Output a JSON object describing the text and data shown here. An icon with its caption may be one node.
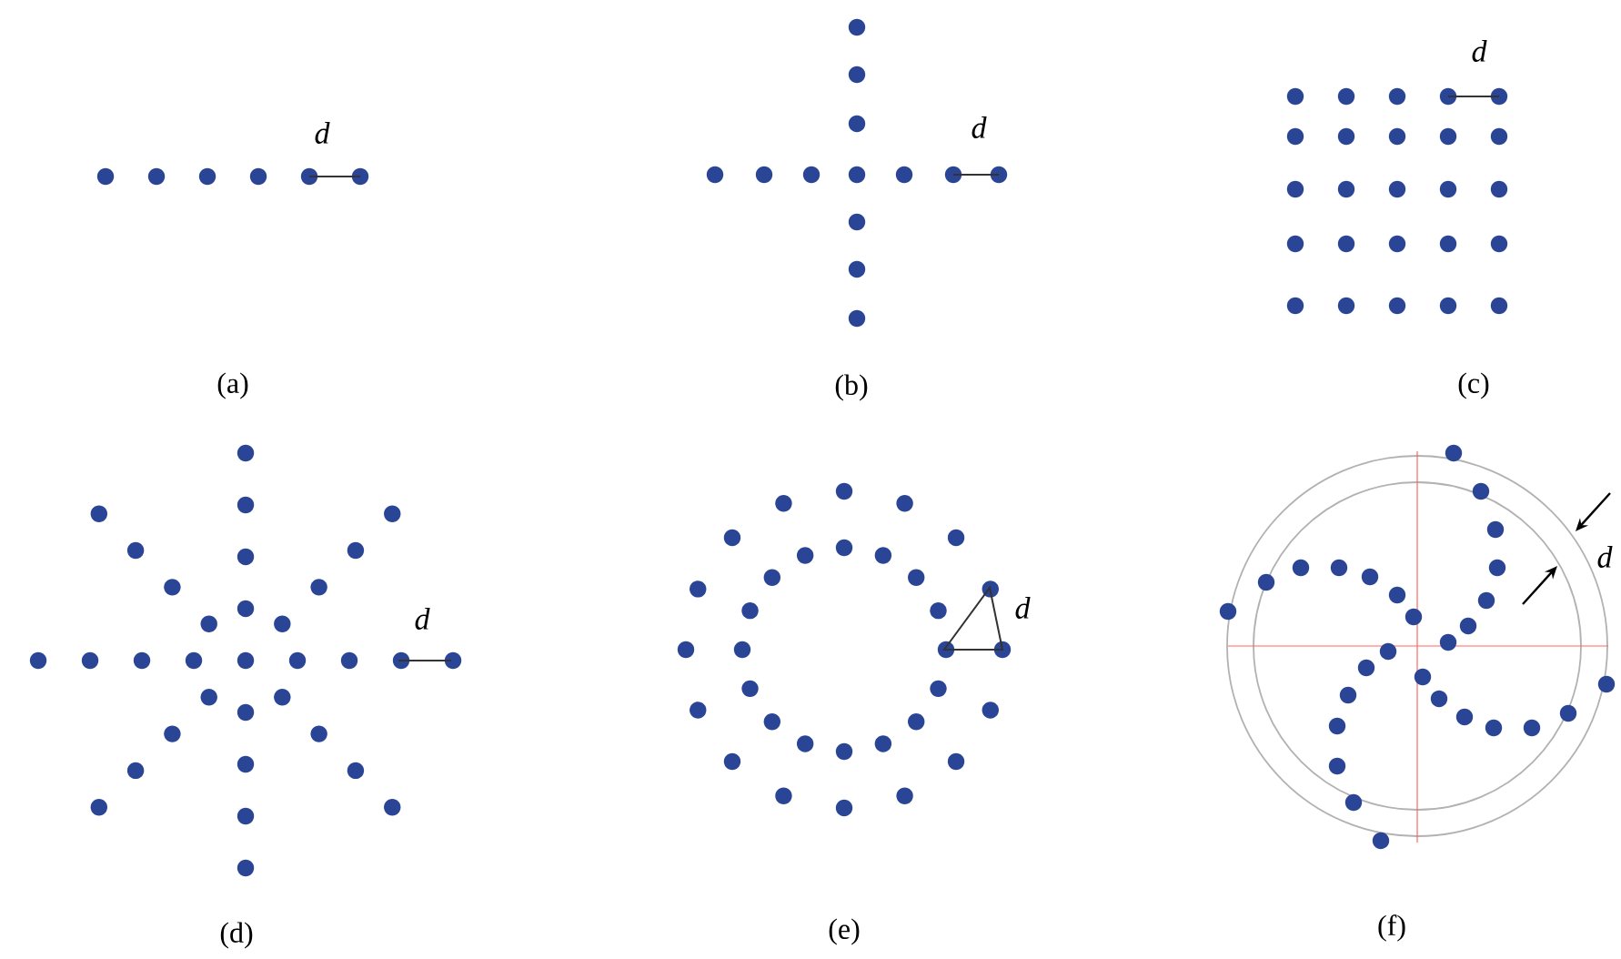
{
  "diagram": {
    "labels": [
      "d",
      "d",
      "d",
      "(a)",
      "(b)",
      "(c)",
      "d",
      "d",
      "d",
      "(d)",
      "(e)",
      "(f)"
    ]
  }
}
